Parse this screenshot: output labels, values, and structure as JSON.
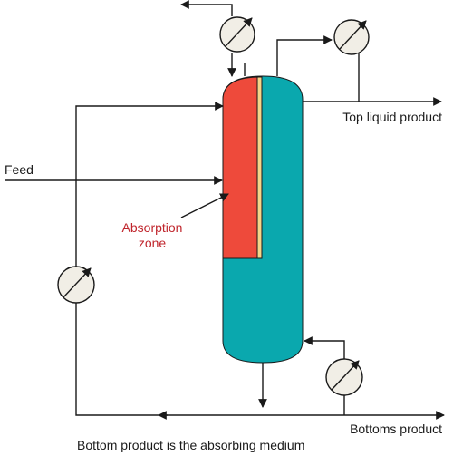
{
  "labels": {
    "feed": "Feed",
    "absorption_zone_line1": "Absorption",
    "absorption_zone_line2": "zone",
    "top_liquid_product": "Top liquid product",
    "bottoms_product": "Bottoms product",
    "absorbing_medium_note": "Bottom product is the absorbing medium"
  },
  "colors": {
    "column": "#0aa8ae",
    "absorption_zone": "#ee4a3b",
    "zone_stripe": "#f5d58a",
    "annotation_text": "#c0262d",
    "line": "#1a1a1a",
    "heat_exchanger": "#f1eee6"
  }
}
